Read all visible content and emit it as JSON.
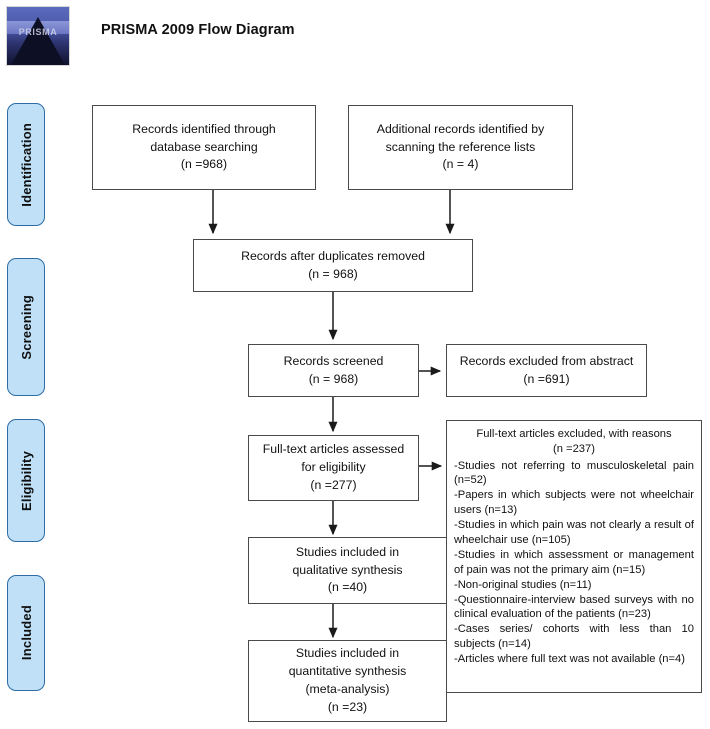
{
  "header": {
    "title": "PRISMA 2009 Flow Diagram",
    "logo_wordmark": "PRISMA",
    "logo_alt": "prisma-pyramid-logo"
  },
  "phases": [
    {
      "label": "Identification"
    },
    {
      "label": "Screening"
    },
    {
      "label": "Eligibility"
    },
    {
      "label": "Included"
    }
  ],
  "boxes": {
    "db_search": "Records identified through\ndatabase searching\n(n =968)",
    "additional_records": "Additional records identified by\nscanning the reference lists\n(n = 4)",
    "duplicates_removed": "Records after duplicates removed\n(n = 968)",
    "records_screened": "Records screened\n(n = 968)",
    "records_excluded": "Records excluded from abstract\n(n =691)",
    "fulltext_assessed": "Full-text articles assessed\nfor eligibility\n(n =277)",
    "qualitative": "Studies included in\nqualitative synthesis\n(n =40)",
    "quantitative": "Studies included in\nquantitative synthesis\n(meta-analysis)\n(n =23)"
  },
  "exclusion_reasons": {
    "heading": "Full-text articles excluded, with reasons\n(n =237)",
    "items": [
      "-Studies not referring to musculoskeletal pain (n=52)",
      "-Papers in which subjects were not wheelchair users (n=13)",
      "-Studies in which pain was not clearly a result of wheelchair use (n=105)",
      "-Studies in which assessment or management of pain was not the primary aim (n=15)",
      "-Non-original studies (n=11)",
      "-Questionnaire-interview based surveys with no clinical evaluation of the patients (n=23)",
      "-Cases series/ cohorts with less than 10 subjects (n=14)",
      "-Articles where full text was not available (n=4)"
    ]
  },
  "flow_counts": {
    "database_searching": 968,
    "additional_records": 4,
    "after_duplicates": 968,
    "screened": 968,
    "excluded_abstract": 691,
    "fulltext_assessed": 277,
    "fulltext_excluded": 237,
    "qualitative_synthesis": 40,
    "quantitative_synthesis": 23
  },
  "colors": {
    "phase_fill": "#bfe0f7",
    "phase_border": "#2e6da4",
    "box_border": "#4a4a4a",
    "connector": "#1a1a1a",
    "text": "#111111",
    "background": "#ffffff"
  }
}
